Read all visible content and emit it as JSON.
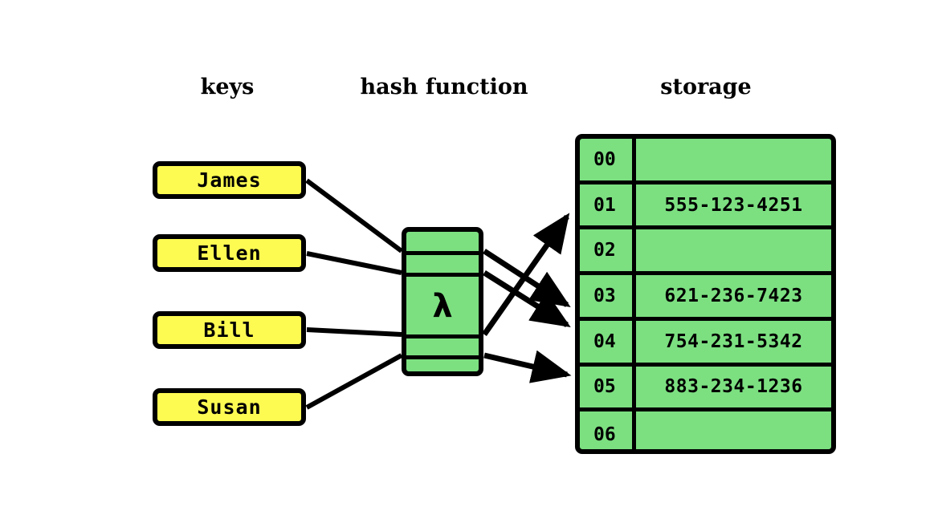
{
  "headers": {
    "keys": "keys",
    "hash_function": "hash function",
    "storage": "storage"
  },
  "colors": {
    "key_box_fill": "#fdfb52",
    "storage_fill": "#7ce081",
    "hash_fill": "#7ce081",
    "stroke": "#000000",
    "background": "#ffffff"
  },
  "keys": [
    {
      "label": "James"
    },
    {
      "label": "Ellen"
    },
    {
      "label": "Bill"
    },
    {
      "label": "Susan"
    }
  ],
  "hash_function": {
    "symbol": "λ"
  },
  "storage": {
    "rows": [
      {
        "index": "00",
        "value": ""
      },
      {
        "index": "01",
        "value": "555-123-4251"
      },
      {
        "index": "02",
        "value": ""
      },
      {
        "index": "03",
        "value": "621-236-7423"
      },
      {
        "index": "04",
        "value": "754-231-5342"
      },
      {
        "index": "05",
        "value": "883-234-1236"
      },
      {
        "index": "06",
        "value": ""
      }
    ]
  },
  "mappings": [
    {
      "key": "James",
      "slot": "03"
    },
    {
      "key": "Ellen",
      "slot": "04"
    },
    {
      "key": "Bill",
      "slot": "01"
    },
    {
      "key": "Susan",
      "slot": "05"
    }
  ]
}
